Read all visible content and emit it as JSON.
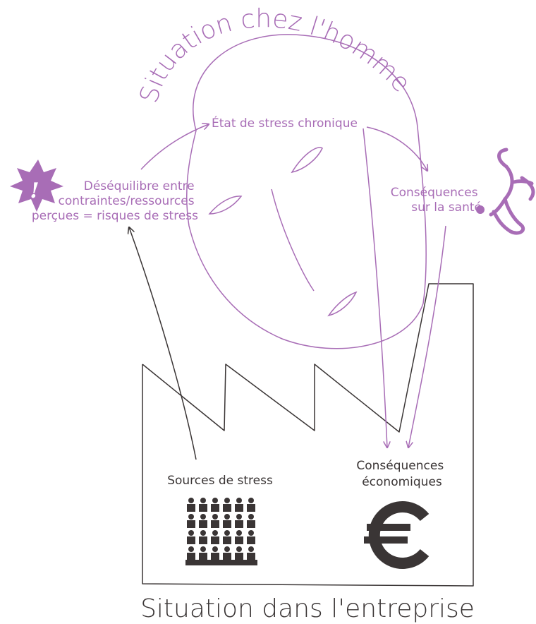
{
  "colors": {
    "accent": "#a86db6",
    "dark": "#3a3535",
    "background": "#ffffff"
  },
  "title_top": "Situation chez l'homme",
  "title_bottom": "Situation dans l'entreprise",
  "stress_state": "État de stress chronique",
  "imbalance": {
    "line1": "Déséquilibre entre",
    "line2": "contraintes/ressources",
    "line3": "perçues = risques de stress"
  },
  "health": {
    "line1": "Conséquences",
    "line2": "sur la santé"
  },
  "sources": "Sources de stress",
  "economic": {
    "line1": "Conséquences",
    "line2": "économiques"
  },
  "icons": [
    "exclamation-burst-icon",
    "stethoscope-icon",
    "people-grid-icon",
    "euro-icon"
  ]
}
